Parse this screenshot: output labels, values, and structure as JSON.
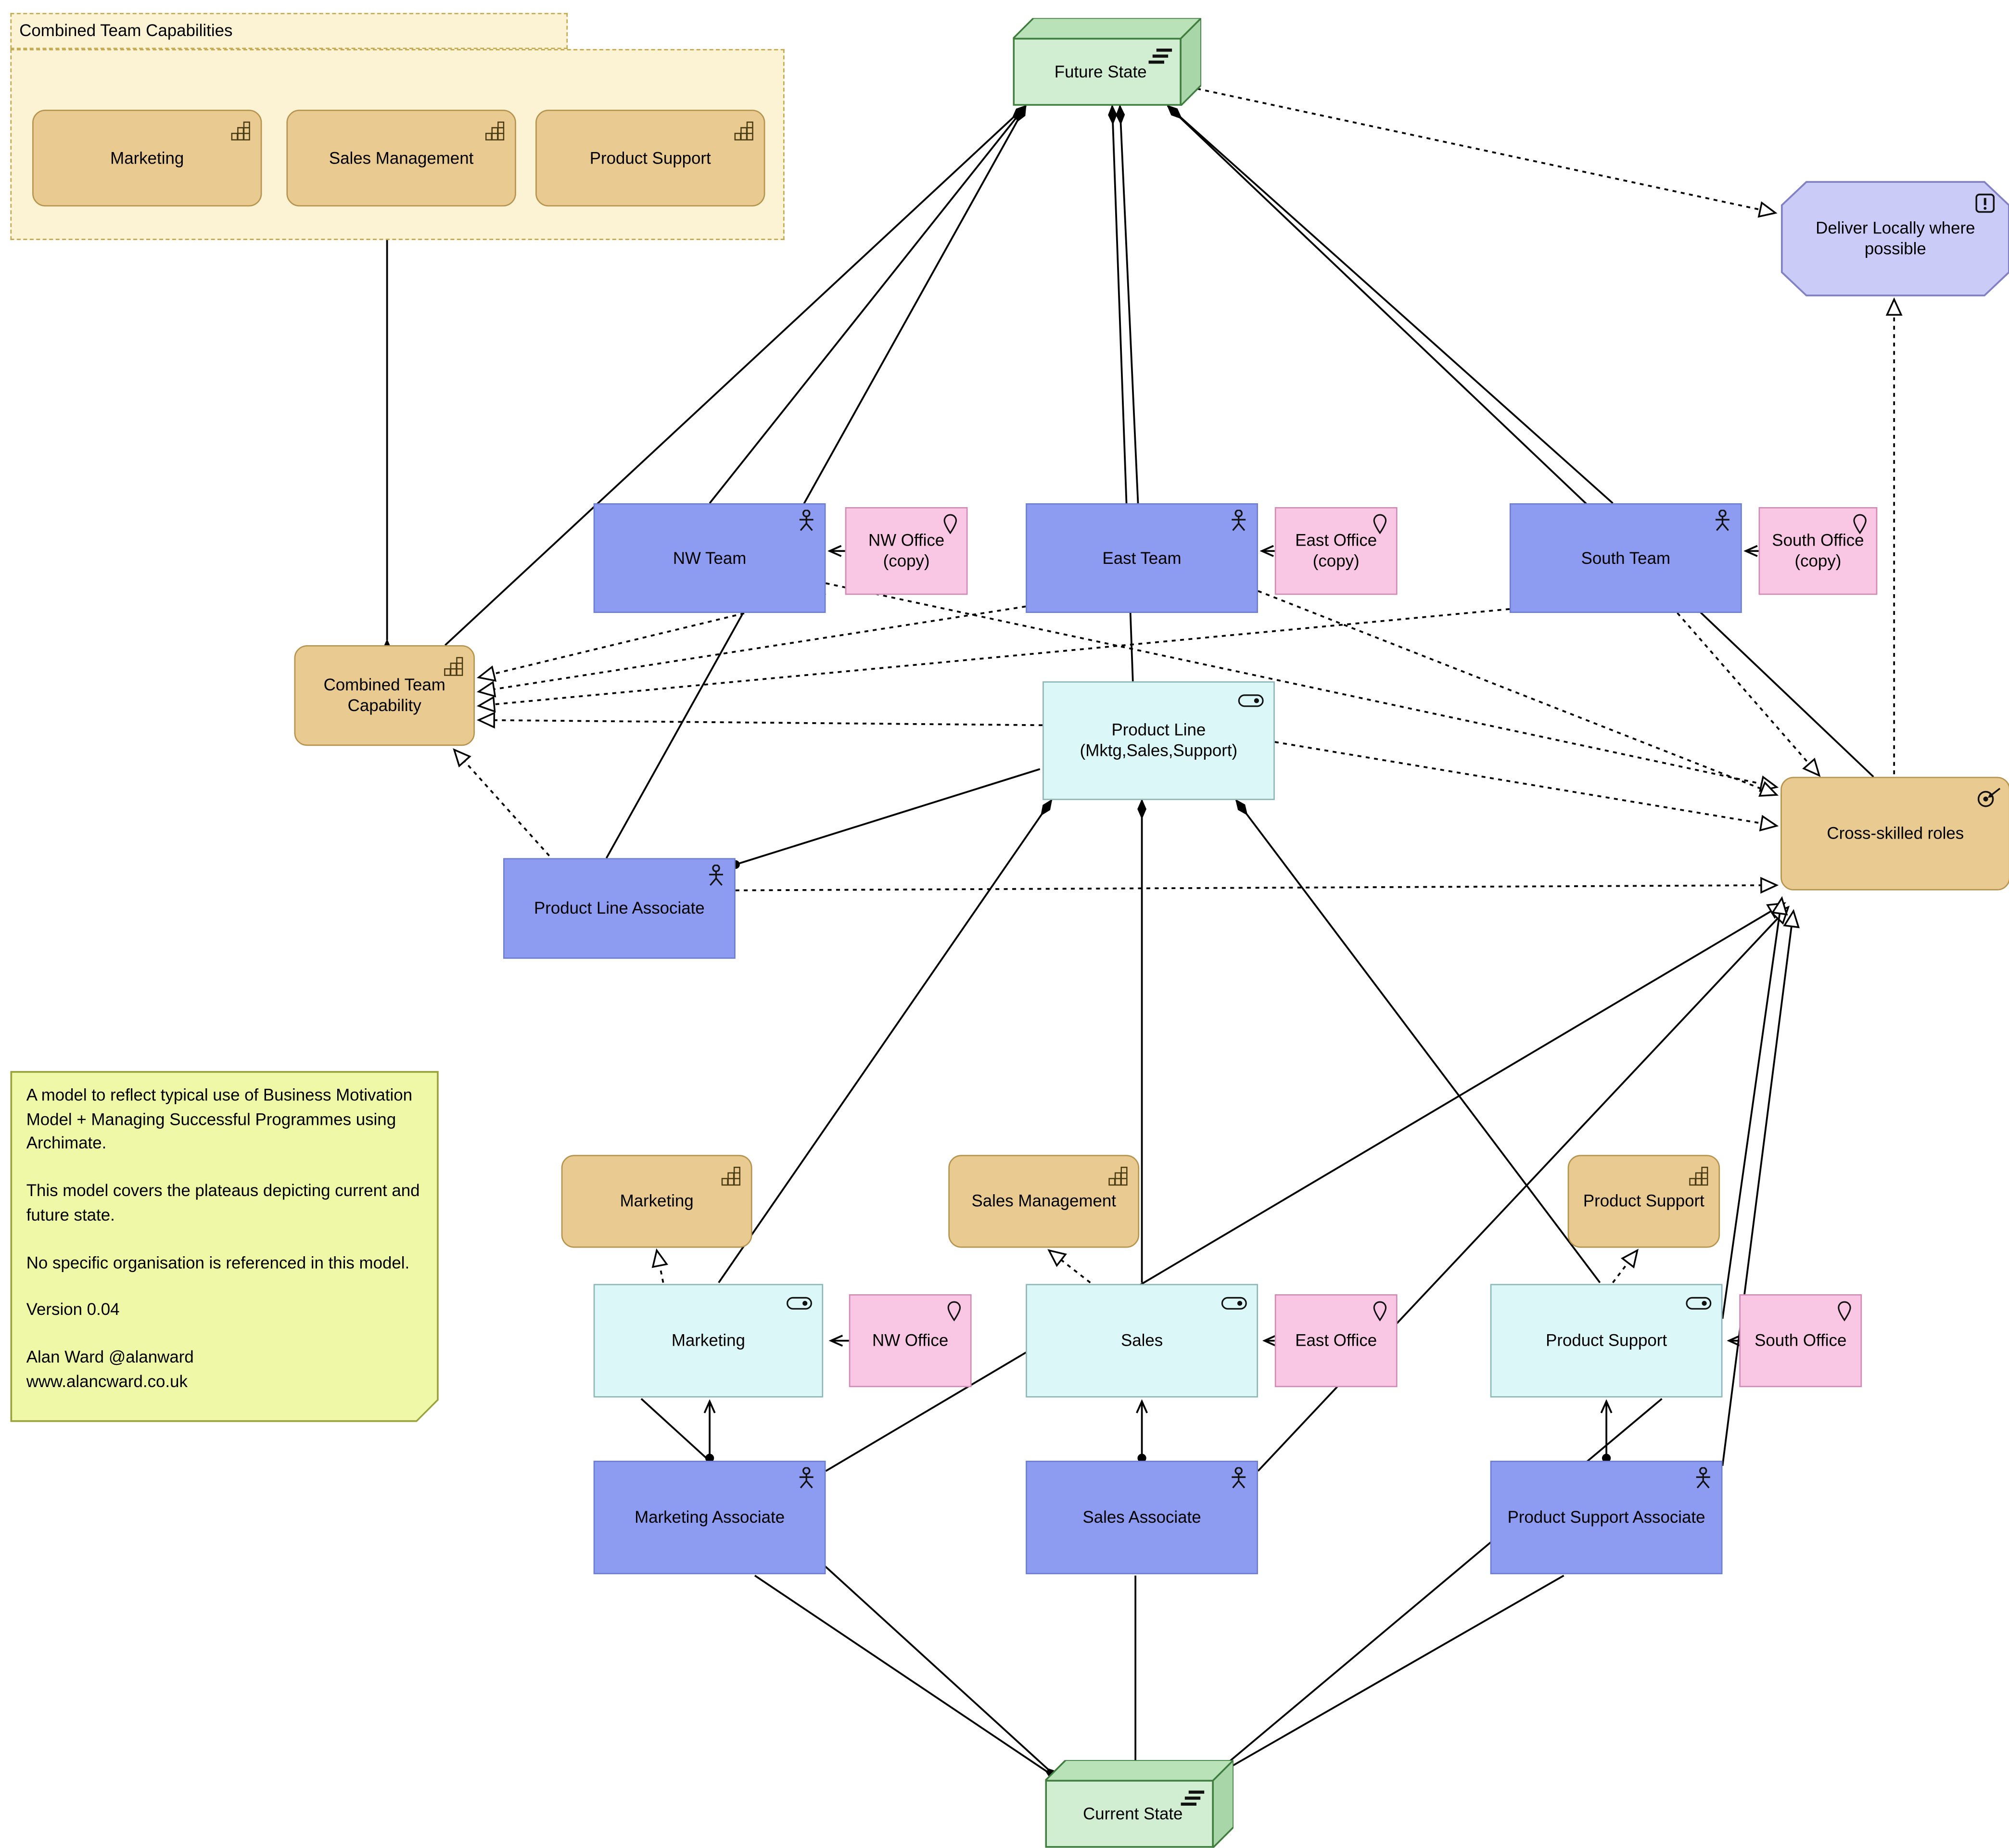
{
  "group": {
    "title": "Combined Team Capabilities",
    "items": [
      "Marketing",
      "Sales Management",
      "Product Support"
    ]
  },
  "plateau": {
    "future": "Future State",
    "current": "Current State"
  },
  "goal": {
    "deliver": "Deliver Locally where possible",
    "cross": "Cross-skilled roles"
  },
  "capability": {
    "combined": "Combined Team Capability",
    "marketing": "Marketing",
    "sales": "Sales Management",
    "support": "Product Support"
  },
  "team": {
    "nw": "NW Team",
    "east": "East Team",
    "south": "South Team"
  },
  "office_copy": {
    "nw": "NW Office (copy)",
    "east": "East Office (copy)",
    "south": "South Office (copy)"
  },
  "office": {
    "nw": "NW Office",
    "east": "East Office",
    "south": "South Office"
  },
  "product": {
    "line": "Product Line (Mktg,Sales,Support)",
    "marketing": "Marketing",
    "sales": "Sales",
    "support": "Product Support"
  },
  "associate": {
    "line": "Product Line Associate",
    "marketing": "Marketing Associate",
    "sales": "Sales Associate",
    "support": "Product Support Associate"
  },
  "note": {
    "text": "A model to reflect typical use of Business Motivation Model + Managing Successful Programmes using Archimate.\n\nThis model covers  the plateaus depicting current and future state.\n\nNo specific organisation is referenced in this model.\n\nVersion 0.04\n\nAlan Ward @alanward\nwww.alancward.co.uk"
  }
}
